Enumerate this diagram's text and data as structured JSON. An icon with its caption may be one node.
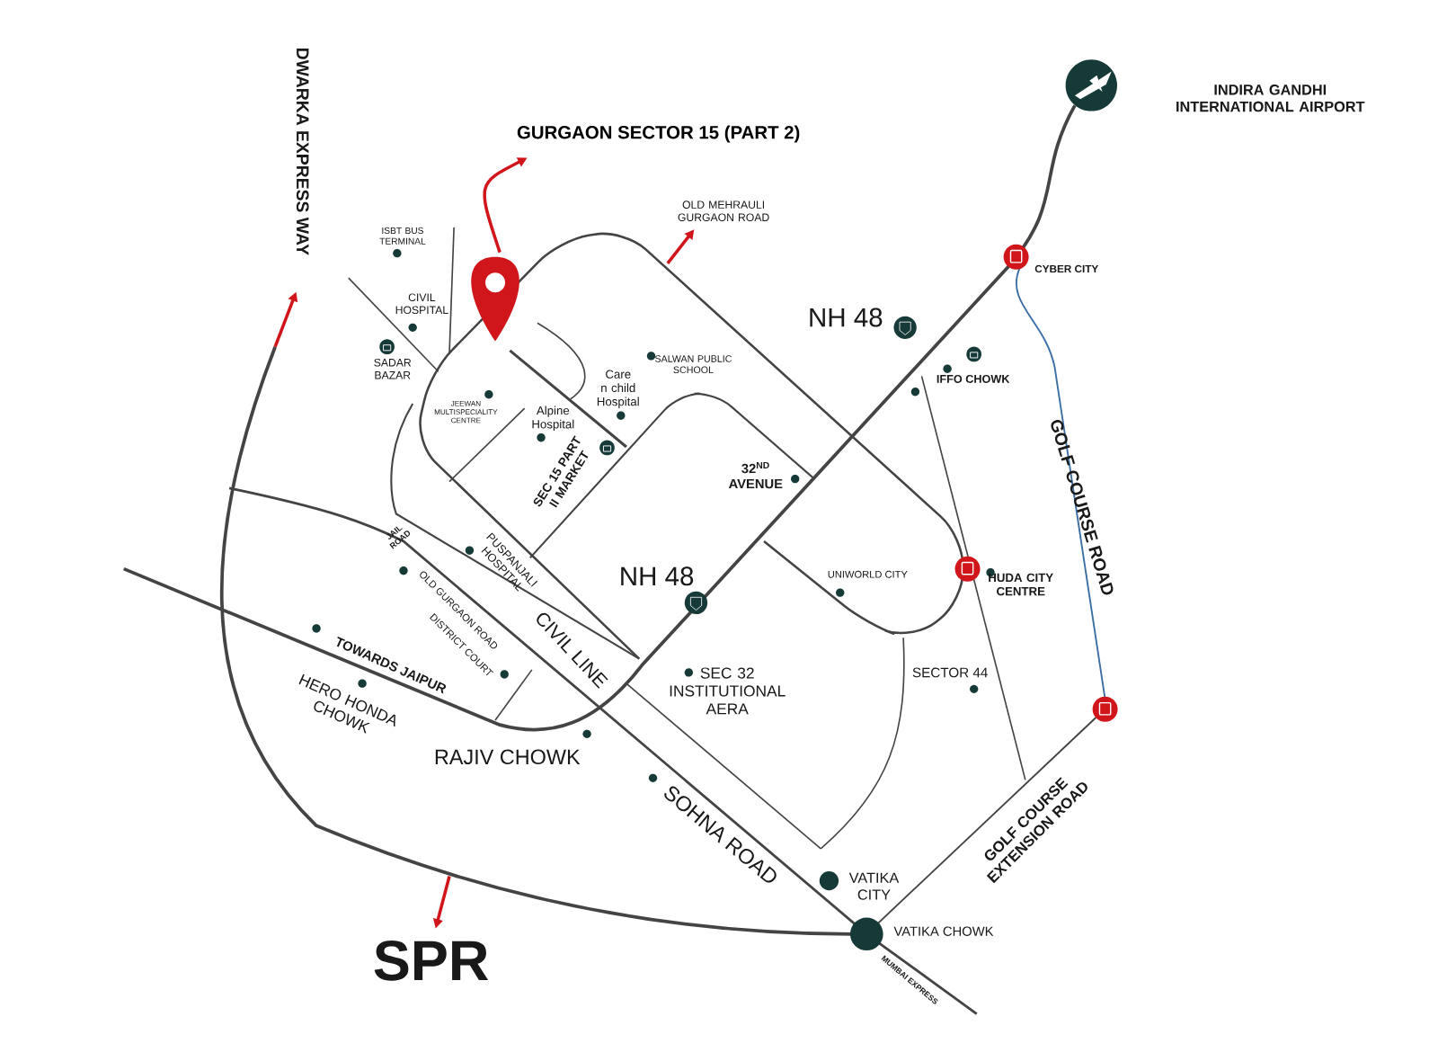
{
  "diagram": {
    "title": "GURGAON SECTOR 15 (PART 2)",
    "labels": [
      "DWARKA EXPRESS WAY",
      "ISBT BUS TERMINAL",
      "OLD MEHRAULI GURGAON ROAD",
      "INDIRA GANDHI INTERNATIONAL AIRPORT",
      "CIVIL HOSPITAL",
      "SADAR BAZAR",
      "JEEWAN MULTISPECIALITY CENTRE",
      "Alpine Hospital",
      "Care n child Hospital",
      "SALWAN PUBLIC SCHOOL",
      "NH 48",
      "CYBER CITY",
      "IFFO CHOWK",
      "SEC 15 PART II MARKET",
      "32$^{ND}$ AVENUE",
      "GOLF COURSE ROAD",
      "JAIL ROAD",
      "PUSPANJALI HOSPITAL",
      "OLD GURGAON ROAD",
      "NH 48",
      "UNIWORLD CITY",
      "HUDA CITY CENTRE",
      "CIVIL LINE",
      "DISTRICT COURT",
      "TOWARDS JAIPUR",
      "HERO HONDA CHOWK",
      "SEC 32 INSTITUTIONAL AERA",
      "SECTOR 44",
      "RAJIV CHOWK",
      "SOHNA ROAD",
      "VATIKA CITY",
      "GOLF COURSE EXTENSION ROAD",
      "VATIKA CHOWK",
      "MUMBAI EXPRESS",
      "SPR"
    ]
  }
}
